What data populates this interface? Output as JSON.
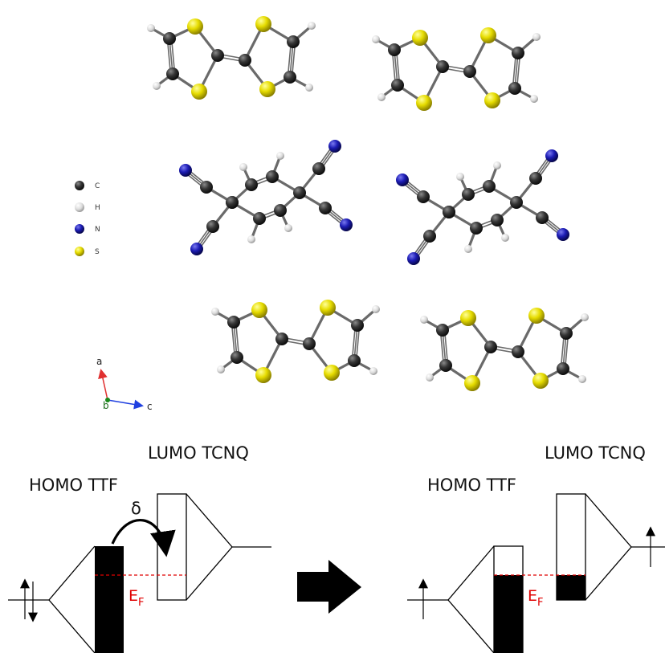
{
  "colors": {
    "carbon": "#2f2f2f",
    "hydrogen": "#e6e6e6",
    "nitrogen": "#1c1cb4",
    "sulfur": "#e2d800",
    "fermi": "#e00000",
    "axis_a": "#e03030",
    "axis_b": "#1a8a1a",
    "axis_c": "#2040e0"
  },
  "crystal": {
    "legend": [
      {
        "symbol": "C",
        "color": "#2f2f2f"
      },
      {
        "symbol": "H",
        "color": "#e6e6e6"
      },
      {
        "symbol": "N",
        "color": "#1c1cb4"
      },
      {
        "symbol": "S",
        "color": "#e2d800"
      }
    ],
    "axes": {
      "a": "a",
      "b": "b",
      "c": "c"
    }
  },
  "bands": {
    "left": {
      "lumo_label": "LUMO TCNQ",
      "homo_label": "HOMO TTF",
      "delta": "δ",
      "fermi_main": "E",
      "fermi_sub": "F"
    },
    "right": {
      "lumo_label": "LUMO TCNQ",
      "homo_label": "HOMO TTF",
      "fermi_main": "E",
      "fermi_sub": "F"
    }
  }
}
